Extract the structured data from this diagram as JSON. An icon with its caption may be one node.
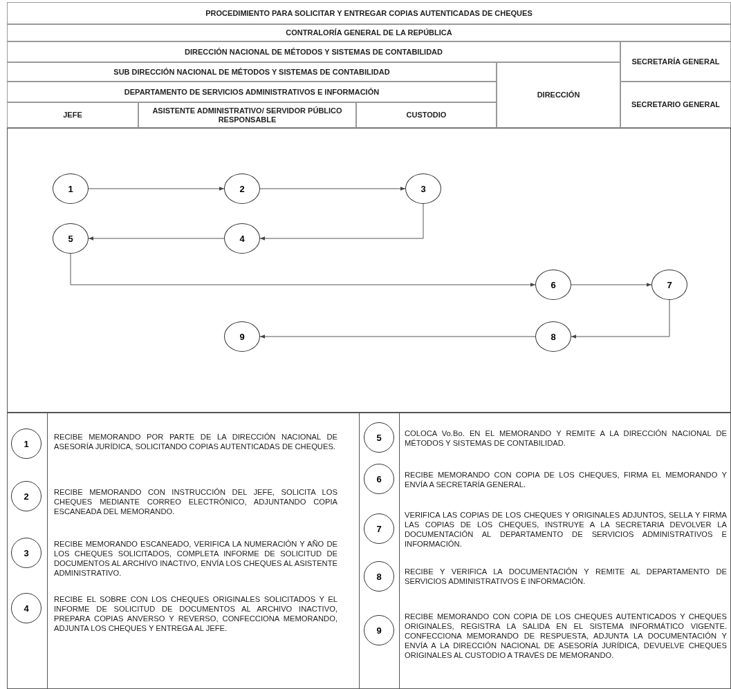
{
  "diagram": {
    "title": "PROCEDIMIENTO PARA SOLICITAR Y ENTREGAR COPIAS AUTENTICADAS DE CHEQUES",
    "labels": [
      "CONTRALORÍA GENERAL DE LA REPÚBLICA",
      "DIRECCIÓN NACIONAL DE MÉTODOS Y SISTEMAS DE CONTABILIDAD",
      "SECRETARÍA GENERAL",
      "SUB DIRECCIÓN NACIONAL DE MÉTODOS Y SISTEMAS DE CONTABILIDAD",
      "DEPARTAMENTO DE SERVICIOS ADMINISTRATIVOS E INFORMACIÓN",
      "DIRECCIÓN",
      "SECRETARIO GENERAL",
      "JEFE",
      "ASISTENTE ADMINISTRATIVO/ SERVIDOR PÚBLICO RESPONSABLE",
      "CUSTODIO"
    ],
    "nodes": [
      {
        "text": [
          "1"
        ]
      },
      {
        "text": [
          "2"
        ]
      },
      {
        "text": [
          "3"
        ]
      },
      {
        "text": [
          "5"
        ]
      },
      {
        "text": [
          "4"
        ]
      },
      {
        "text": [
          "6"
        ]
      },
      {
        "text": [
          "7"
        ]
      },
      {
        "text": [
          "9"
        ]
      },
      {
        "text": [
          "8"
        ]
      },
      {
        "text": [
          "1"
        ],
        "beside": [
          "RECIBE MEMORANDO POR PARTE DE LA DIRECCIÓN NACIONAL DE ASESORÍA JURÍDICA, SOLICITANDO COPIAS AUTENTICADAS DE CHEQUES."
        ]
      },
      {
        "text": [
          "2"
        ],
        "beside": [
          "RECIBE MEMORANDO CON INSTRUCCIÓN DEL JEFE, SOLICITA LOS CHEQUES MEDIANTE CORREO ELECTRÓNICO, ADJUNTANDO COPIA ESCANEADA DEL MEMORANDO."
        ]
      },
      {
        "text": [
          "3"
        ],
        "beside": [
          "RECIBE MEMORANDO ESCANEADO, VERIFICA LA NUMERACIÓN Y AÑO DE LOS CHEQUES SOLICITADOS, COMPLETA INFORME DE SOLICITUD DE DOCUMENTOS AL ARCHIVO INACTIVO, ENVÍA LOS CHEQUES AL ASISTENTE ADMINISTRATIVO."
        ]
      },
      {
        "text": [
          "4"
        ],
        "beside": [
          "RECIBE EL SOBRE CON LOS CHEQUES ORIGINALES SOLICITADOS Y EL INFORME DE SOLICITUD DE DOCUMENTOS AL ARCHIVO INACTIVO, PREPARA COPIAS ANVERSO Y REVERSO, CONFECCIONA MEMORANDO, ADJUNTA LOS CHEQUES Y ENTREGA AL JEFE."
        ]
      },
      {
        "text": [
          "5"
        ],
        "beside": [
          "COLOCA Vo.Bo. EN EL MEMORANDO Y REMITE A LA DIRECCIÓN NACIONAL DE MÉTODOS Y SISTEMAS DE CONTABILIDAD."
        ]
      },
      {
        "text": [
          "6"
        ],
        "beside": [
          "RECIBE MEMORANDO CON COPIA DE LOS CHEQUES, FIRMA EL MEMORANDO Y ENVÍA A SECRETARÍA GENERAL."
        ]
      },
      {
        "text": [
          "7"
        ],
        "beside": [
          "VERIFICA LAS COPIAS DE LOS CHEQUES Y ORIGINALES ADJUNTOS, SELLA Y FIRMA LAS COPIAS DE LOS CHEQUES, INSTRUYE A LA SECRETARIA DEVOLVER LA DOCUMENTACIÓN AL DEPARTAMENTO DE SERVICIOS ADMINISTRATIVOS E INFORMACIÓN."
        ]
      },
      {
        "text": [
          "8"
        ],
        "beside": [
          "RECIBE Y VERIFICA LA DOCUMENTACIÓN Y REMITE AL DEPARTAMENTO DE SERVICIOS ADMINISTRATIVOS E INFORMACIÓN."
        ]
      },
      {
        "text": [
          "9"
        ],
        "beside": [
          "RECIBE MEMORANDO CON COPIA DE LOS CHEQUES AUTENTICADOS Y CHEQUES ORIGINALES, REGISTRA LA SALIDA EN EL SISTEMA INFORMÁTICO VIGENTE. CONFECCIONA MEMORANDO DE RESPUESTA, ADJUNTA LA DOCUMENTACIÓN Y ENVÍA A LA DIRECCIÓN NACIONAL DE ASESORÍA JURÍDICA, DEVUELVE CHEQUES ORIGINALES AL CUSTODIO A TRAVÉS DE MEMORANDO."
        ]
      }
    ],
    "edges": [
      {
        "from": 0,
        "to": 1,
        "arrow": "to"
      },
      {
        "from": 1,
        "to": 2,
        "arrow": "to"
      },
      {
        "from": 2,
        "to": 4,
        "arrow": "to"
      },
      {
        "from": 4,
        "to": 3,
        "arrow": "to"
      },
      {
        "from": 3,
        "to": 5,
        "arrow": "to"
      },
      {
        "from": 5,
        "to": 6,
        "arrow": "to"
      },
      {
        "from": 6,
        "to": 8,
        "arrow": "to"
      },
      {
        "from": 8,
        "to": 7,
        "arrow": "to"
      }
    ]
  }
}
